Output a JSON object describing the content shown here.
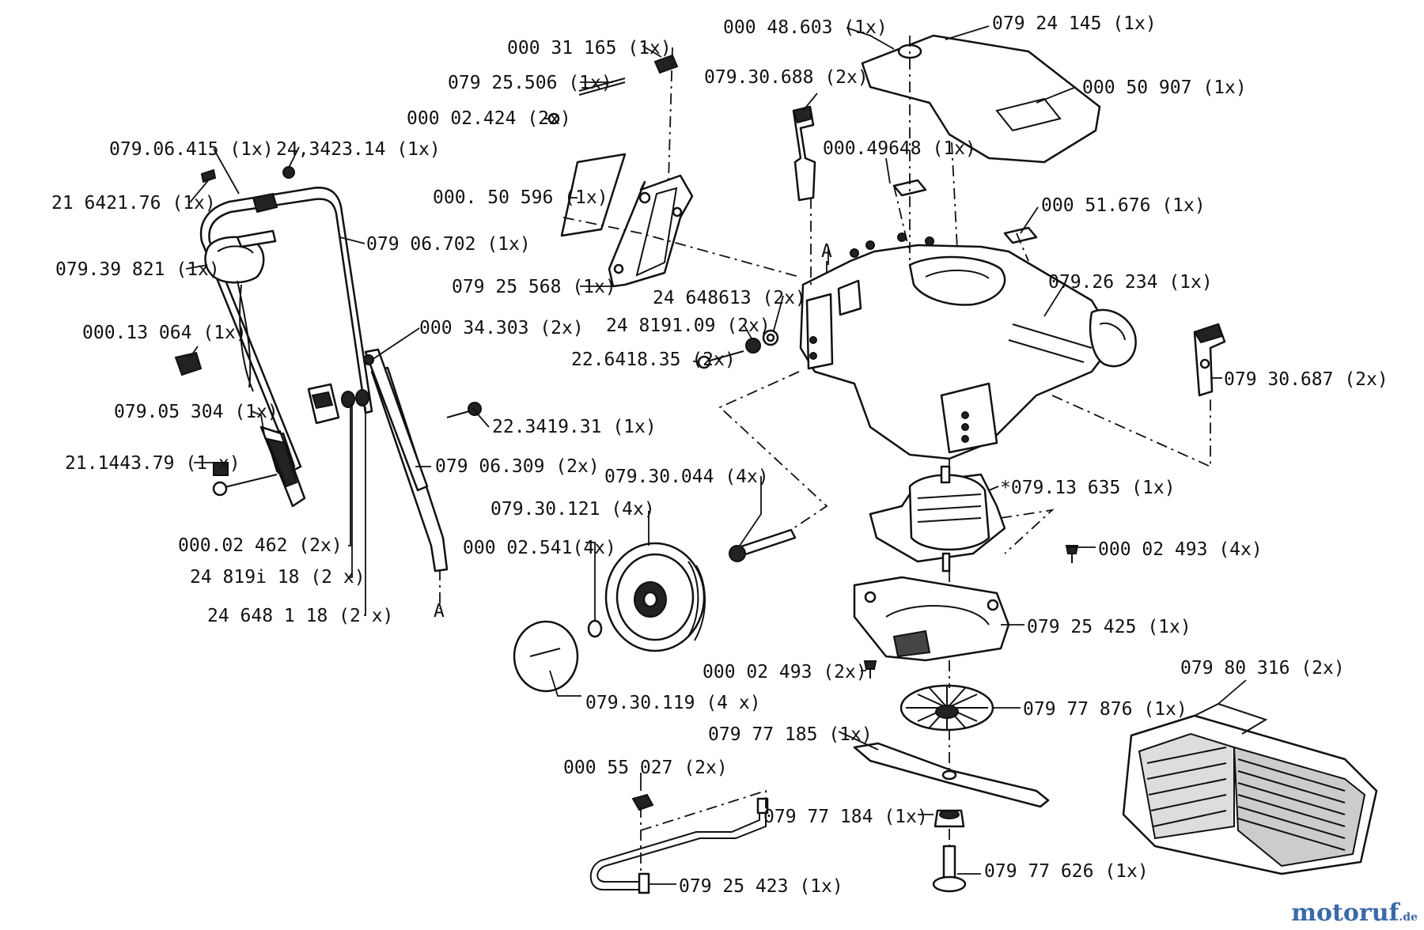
{
  "labels": {
    "l00031165": "000 31 165  (1x)",
    "l07925506": "079 25.506 (1x)",
    "l00002424": "000 02.424 (2x)",
    "l07906415": "079.06.415  (1x)",
    "l243423": "24,3423.14  (1x)",
    "l216421": "21 6421.76  (1x)",
    "l07906702": "079 06.702  (1x)",
    "l07939821": "079.39 821  (1x)",
    "l00013064": "000.13 064  (1x)",
    "l07905304": "079.05 304  (1x)",
    "l211443": "21.1443.79 (1 x)",
    "l00002462": "000.02 462  (2x)",
    "l248191": "24 819i 18  (2 x)",
    "l246481": "24 648 1 18  (2 x)",
    "l00034303": "000 34.303  (2x)",
    "l223419": "22.3419.31   (1x)",
    "l07906309": "079 06.309 (2x)",
    "l00050596": "000. 50 596  (1x)",
    "l07925568": "079 25 568  (1x)",
    "l07930688": "079.30.688  (2x)",
    "l00048603": "000 48.603  (1x)",
    "l07924145": "079 24 145  (1x)",
    "l00050907": "000 50 907   (1x)",
    "l00049648": "000.49648 (1x)",
    "l00051676": "000 51.676  (1x)",
    "l07926234": "079.26 234  (1x)",
    "l246486": "24 648613  (2x)",
    "l248191b": "24 8191.09  (2x)",
    "l226418": "22.6418.35 (2x)",
    "l07930687": "079 30.687  (2x)",
    "l07930044": "079.30.044  (4x)",
    "l07930121": "079.30.121  (4x)",
    "l00002541": "000 02.541(4x)",
    "l07913635": "*079.13 635  (1x)",
    "l00002493a": "000 02 493  (4x)",
    "l07925425": "079 25 425   (1x)",
    "l00002493b": "000 02 493  (2x)",
    "l07930119": "079.30.119  (4 x)",
    "l07980316": "079 80 316  (2x)",
    "l07977876": "079 77 876  (1x)",
    "l07977185": "079 77 185  (1x)",
    "l00055027": "000  55 027  (2x)",
    "l07977184": "079 77 184   (1x)",
    "l07977626": "079 77 626  (1x)",
    "l07925423": "079 25 423   (1x)",
    "markA1": "A",
    "markA2": "A"
  },
  "watermark": {
    "brand": "motoruf",
    "suffix": ".de"
  }
}
